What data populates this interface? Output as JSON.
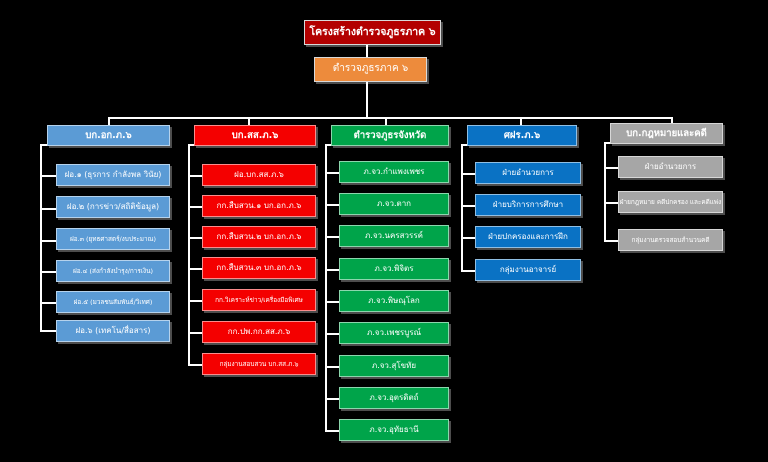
{
  "chart": {
    "type": "org-chart",
    "title": "โครงสร้างตำรวจภูธรภาค ๖",
    "root": "ตำรวจภูธรภาค ๖",
    "colors": {
      "title": "#b30000",
      "root": "#ed8b3c",
      "column_1": "#5b9bd5",
      "column_2": "#f40000",
      "column_3": "#00a44a",
      "column_4": "#0a72c4",
      "column_5": "#a6a6a6",
      "background": "#000000",
      "connector": "#ffffff"
    },
    "columns": [
      {
        "head": "บก.อก.ภ.๖",
        "children": [
          "ฝอ.๑ (ธุรการ กำลังพล วินัย)",
          "ฝอ.๒ (การข่าว/สถิติข้อมูล)",
          "ฝอ.๓ (ยุทธศาสตร์/งบประมาณ)",
          "ฝอ.๔ (ส่งกำลังบำรุง/การเงิน)",
          "ฝอ.๕ (มวลชนสัมพันธ์/วิเทศ)",
          "ฝอ.๖ (เทคโน/สื่อสาร)"
        ]
      },
      {
        "head": "บก.สส.ภ.๖",
        "children": [
          "ฝอ.บก.สส.ภ.๖",
          "กก.สืบสวน.๑ บก.อก.ภ.๖",
          "กก.สืบสวน.๒ บก.อก.ภ.๖",
          "กก.สืบสวน.๓ บก.อก.ภ.๖",
          "กก.วิเคราะห์ข่าว/เครื่องมือพิเศษ",
          "กก.ปพ.กก.สส.ภ.๖",
          "กลุ่มงานสอบสวน บก.สส.ภ.๖"
        ]
      },
      {
        "head": "ตำรวจภูธรจังหวัด",
        "children": [
          "ภ.จว.กำแพงเพชร",
          "ภ.จว.ตาก",
          "ภ.จว.นครสวรรค์",
          "ภ.จว.พิจิตร",
          "ภ.จว.พิษณุโลก",
          "ภ.จว.เพชรบูรณ์",
          "ภ.จว.สุโขทัย",
          "ภ.จว.อุตรดิตถ์",
          "ภ.จว.อุทัยธานี"
        ]
      },
      {
        "head": "ศฝร.ภ.๖",
        "children": [
          "ฝ่ายอำนวยการ",
          "ฝ่ายบริการการศึกษา",
          "ฝ่ายปกครองและการฝึก",
          "กลุ่มงานอาจารย์"
        ]
      },
      {
        "head": "บก.กฎหมายและคดี",
        "children": [
          "ฝ่ายอำนวยการ",
          "ฝ่ายกฎหมาย คดีปกครอง และคดีแพ่ง",
          "กลุ่มงานตรวจสอบสำนวนคดี"
        ]
      }
    ]
  }
}
